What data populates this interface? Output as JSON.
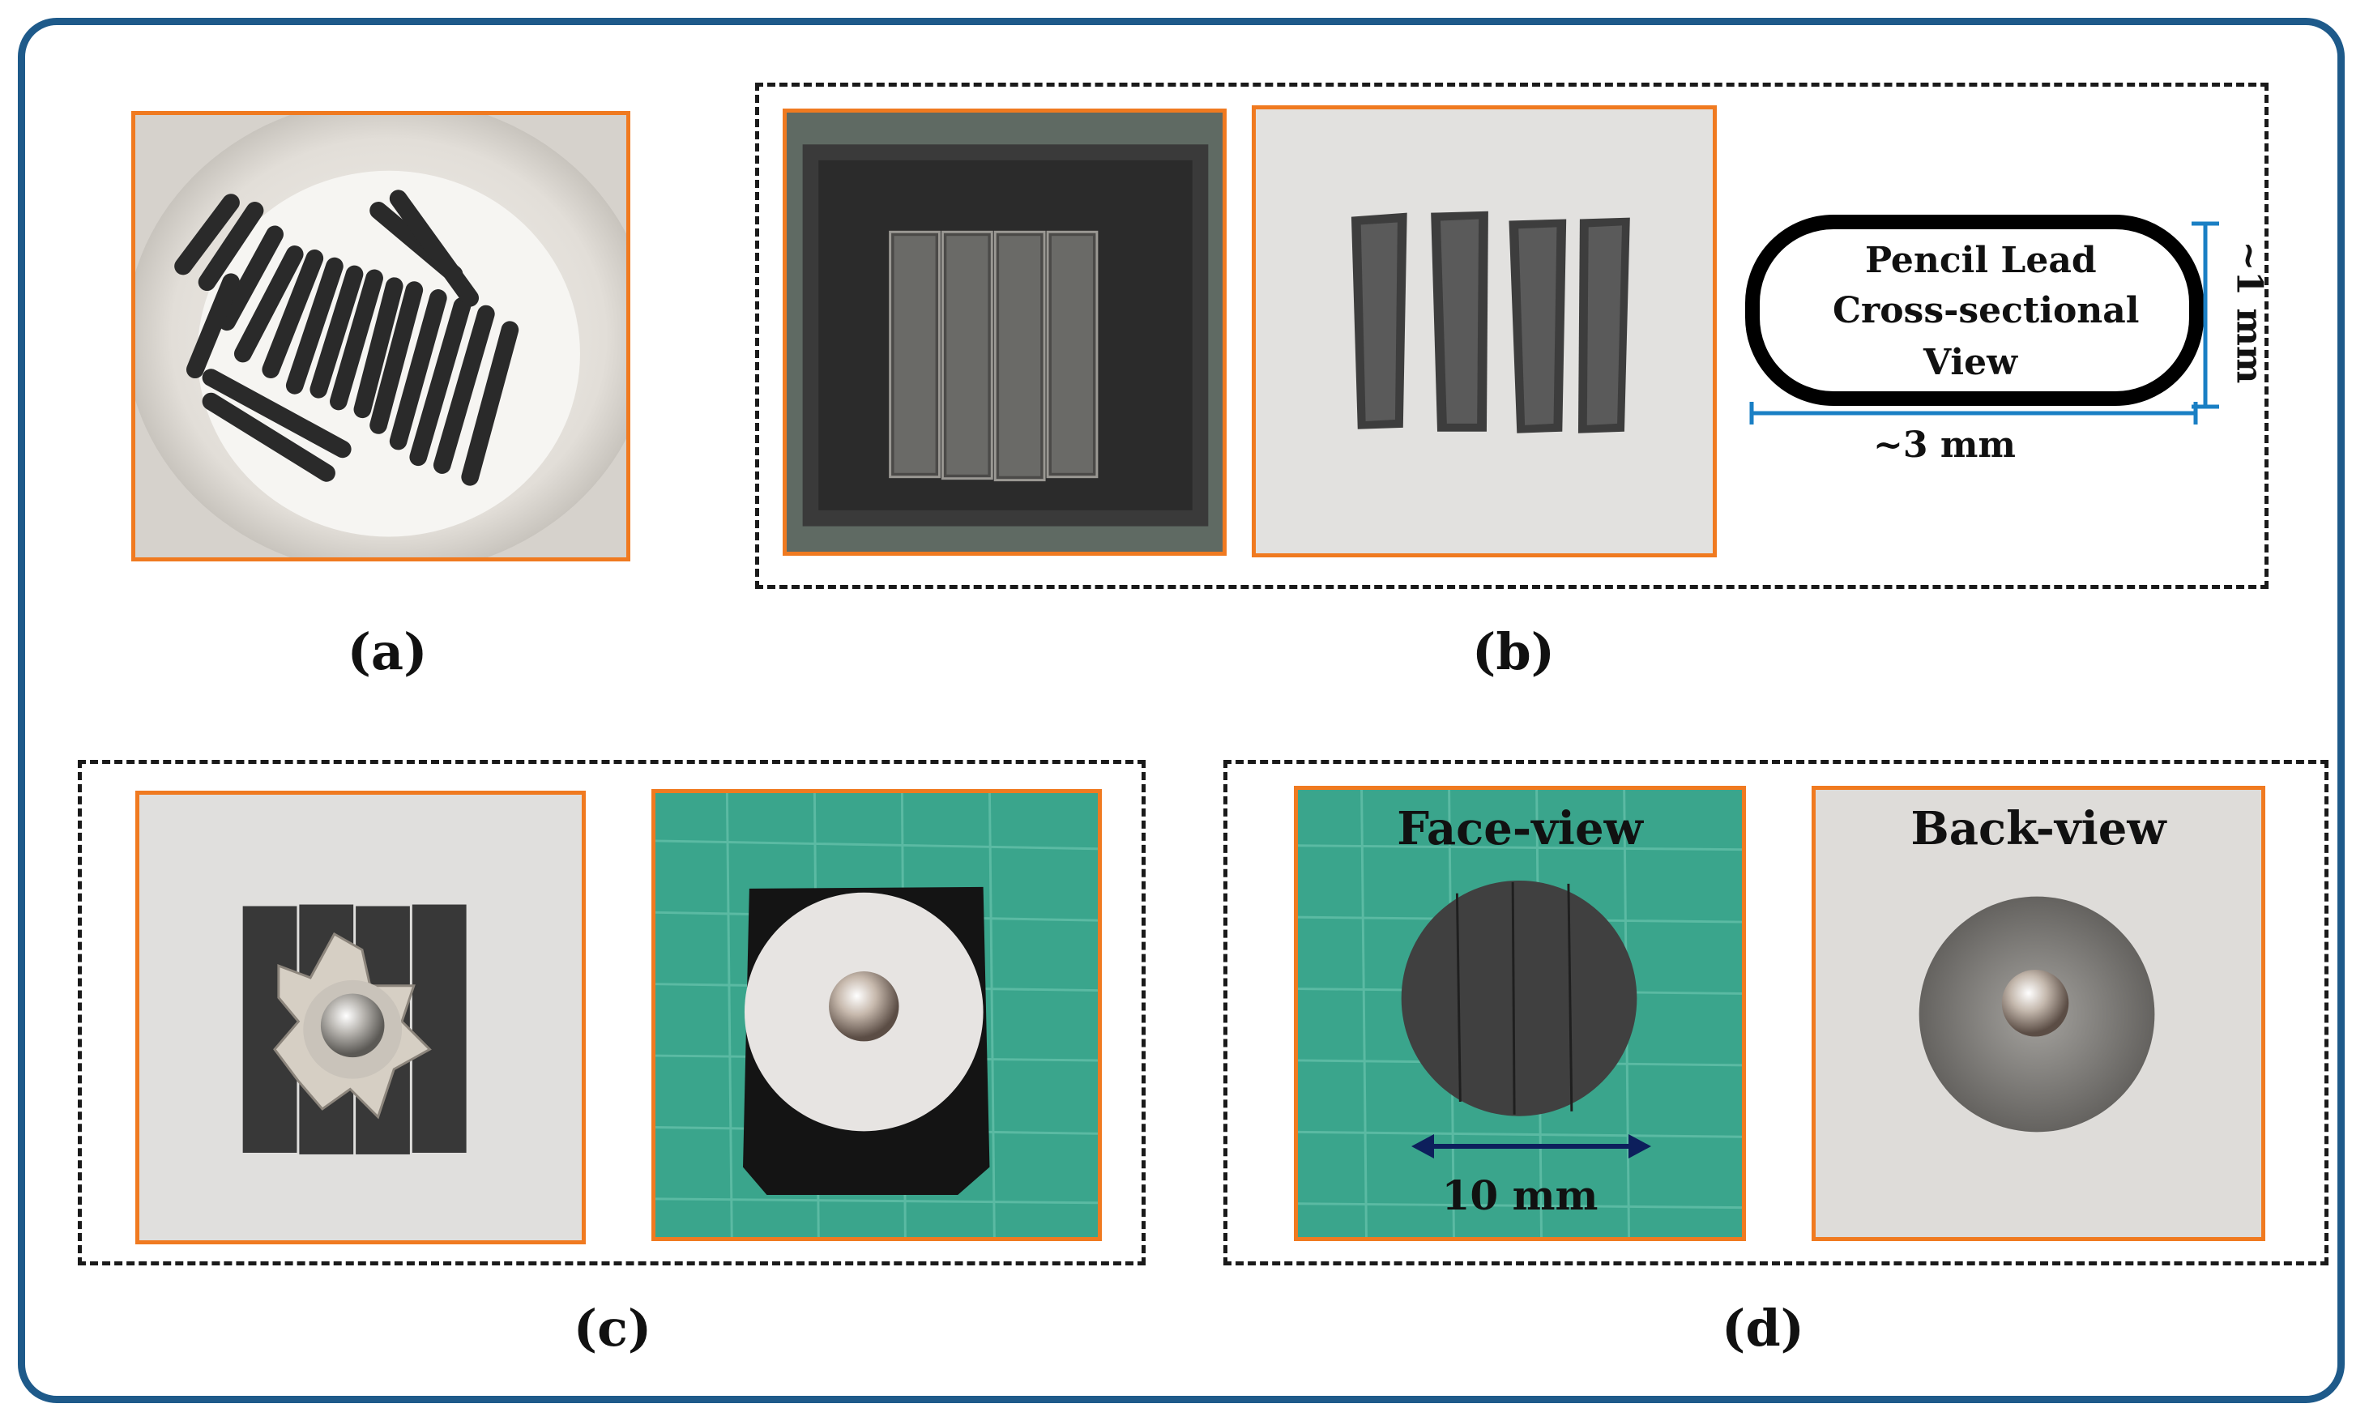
{
  "figure": {
    "panels": [
      {
        "id": "a",
        "label": "(a)"
      },
      {
        "id": "b",
        "label": "(b)"
      },
      {
        "id": "c",
        "label": "(c)"
      },
      {
        "id": "d",
        "label": "(d)"
      }
    ],
    "cross_section": {
      "title_line1": "Pencil Lead",
      "title_line2": "Cross-sectional",
      "title_line3": "View",
      "width_label": "~3 mm",
      "height_label": "~1 mm"
    },
    "face_view": {
      "title": "Face-view",
      "scale_label": "10 mm"
    },
    "back_view": {
      "title": "Back-view"
    }
  },
  "colors": {
    "frame_border": "#1e5a8a",
    "photo_border": "#f07a20",
    "dimension_line": "#1a7fc4",
    "scale_arrow": "#0d1f5c",
    "cutting_mat": "#3aa58c"
  }
}
